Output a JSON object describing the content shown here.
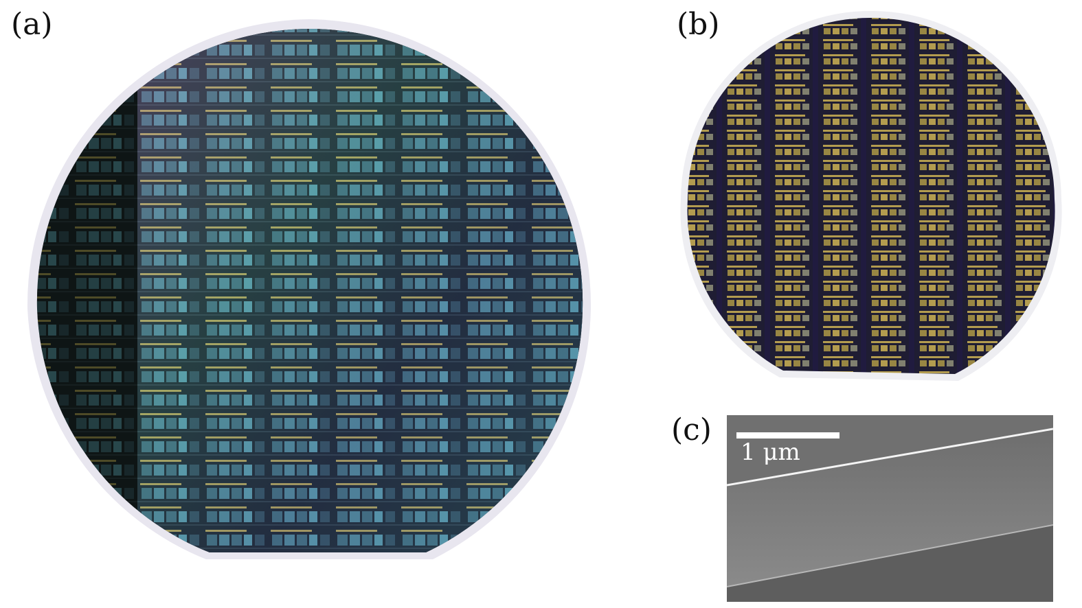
{
  "panels": {
    "a": {
      "label": "(a)"
    },
    "b": {
      "label": "(b)"
    },
    "c": {
      "label": "(c)",
      "scale_bar_text": "1 μm"
    }
  },
  "colors": {
    "wafer_dark": "#0d1414",
    "wafer_rim": "#e8e6ef",
    "die_teal": "#5aa6b0",
    "die_violet": "#8a78c8",
    "die_gold": "#c8b04a",
    "sem_gray": "#7d7d7d"
  }
}
